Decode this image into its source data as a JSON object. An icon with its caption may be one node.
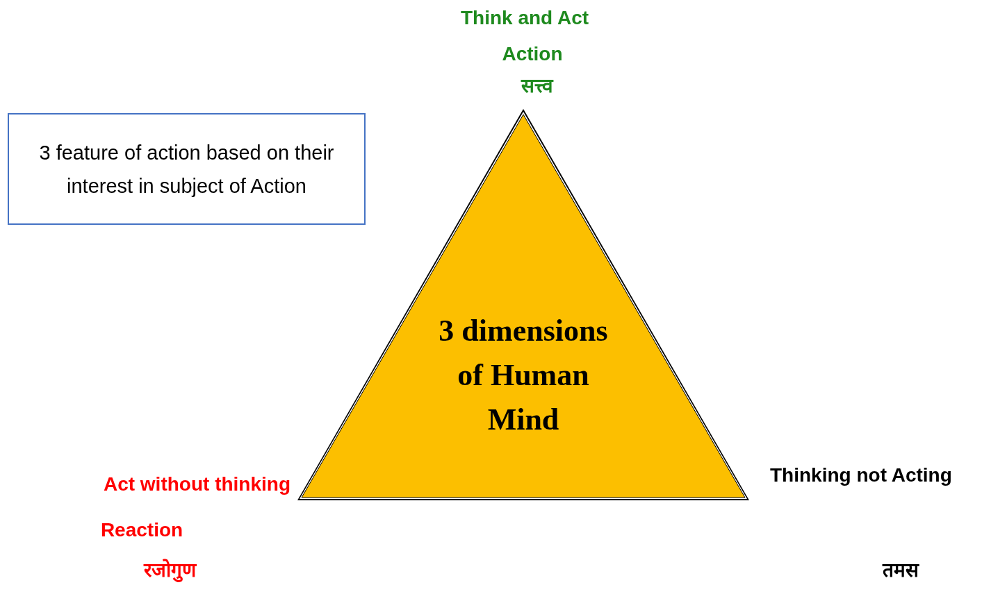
{
  "diagram": {
    "nodes": [
      {
        "text": [
          "3 feature of action based on their interest in subject of Action"
        ]
      },
      {
        "text": [
          "3 dimensions of Human Mind"
        ]
      }
    ],
    "edges": [],
    "labels": [
      "Think and Act",
      "Action",
      "सत्त्व",
      "Act without thinking",
      "Reaction",
      "रजोगुण",
      "Thinking not Acting",
      "तमस"
    ]
  }
}
